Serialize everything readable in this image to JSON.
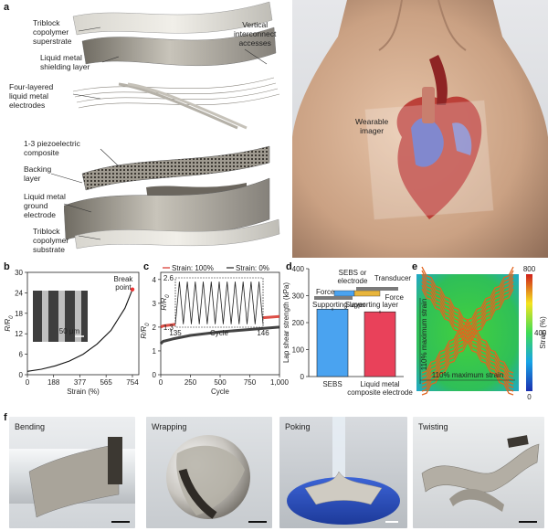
{
  "panel_letters": {
    "a": "a",
    "b": "b",
    "c": "c",
    "d": "d",
    "e": "e",
    "f": "f"
  },
  "panel_a": {
    "layers": [
      "Triblock\ncopolymer\nsuperstrate",
      "Liquid metal\nshielding layer",
      "Four-layered\nliquid metal\nelectrodes",
      "1-3 piezoelectric\ncomposite",
      "Backing\nlayer",
      "Liquid metal\nground\nelectrode",
      "Triblock\ncopolymer\nsubstrate"
    ],
    "vertical_label": "Vertical\ninterconnect\naccesses",
    "wearable_label": "Wearable\nimager"
  },
  "chart_data": [
    {
      "panel": "b",
      "type": "line",
      "xlabel": "Strain (%)",
      "ylabel": "R/R0",
      "xticks": [
        0,
        188,
        377,
        565,
        754
      ],
      "yticks": [
        0,
        6,
        12,
        18,
        24,
        30
      ],
      "xlim": [
        0,
        800
      ],
      "ylim": [
        0,
        30
      ],
      "x": [
        0,
        100,
        200,
        300,
        400,
        500,
        600,
        700,
        754
      ],
      "y": [
        1.0,
        1.6,
        2.6,
        4.0,
        6.0,
        9.0,
        13.0,
        19.5,
        25.0
      ],
      "annotation": "Break\npoint",
      "inset_scale": "50 μm",
      "color": "#111111"
    },
    {
      "panel": "c",
      "type": "line",
      "xlabel": "Cycle",
      "ylabel": "R/R0",
      "xticks": [
        0,
        250,
        500,
        750,
        1000
      ],
      "yticks": [
        0,
        1,
        2,
        3,
        4
      ],
      "xlim": [
        0,
        1000
      ],
      "ylim": [
        0,
        4.3
      ],
      "legend": [
        "Strain: 100%",
        "Strain: 0%"
      ],
      "series": [
        {
          "name": "Strain: 100%",
          "color": "#d73027",
          "x": [
            0,
            20,
            100,
            250,
            500,
            750,
            1000
          ],
          "y": [
            2.0,
            2.05,
            2.1,
            2.2,
            2.3,
            2.35,
            2.45
          ]
        },
        {
          "name": "Strain: 0%",
          "color": "#222222",
          "x": [
            0,
            20,
            100,
            250,
            500,
            750,
            1000
          ],
          "y": [
            1.3,
            1.4,
            1.5,
            1.65,
            1.8,
            1.9,
            2.0
          ]
        }
      ],
      "inset": {
        "xlabel": "Cycle",
        "ylabel": "R/R0",
        "xticks": [
          135,
          146
        ],
        "yticks": [
          1.3,
          2.6
        ],
        "xlim": [
          135,
          146
        ],
        "ylim": [
          1.3,
          2.6
        ]
      }
    },
    {
      "panel": "d",
      "type": "bar",
      "categories": [
        "SEBS",
        "Liquid metal\ncomposite electrode"
      ],
      "values": [
        250,
        240
      ],
      "errors": [
        5,
        5
      ],
      "colors": [
        "#4aa3f0",
        "#e9415a"
      ],
      "ylabel": "Lap shear strength (kPa)",
      "yticks": [
        0,
        100,
        200,
        300,
        400
      ],
      "ylim": [
        0,
        400
      ],
      "inset_labels": {
        "force_left": "Force",
        "sebs": "SEBS or\nelectrode",
        "transducer": "Transducer",
        "support_left": "Supporting layer",
        "support_right": "Supporting layer",
        "force_right": "Force"
      }
    },
    {
      "panel": "e",
      "type": "heatmap",
      "colorbar_label": "Strain (%)",
      "colorbar_ticks": [
        0,
        400,
        800
      ],
      "clim": [
        0,
        800
      ],
      "annotations": [
        "110% maximum strain",
        "110% maximum strain"
      ]
    }
  ],
  "panel_f": {
    "photos": [
      "Bending",
      "Wrapping",
      "Poking",
      "Twisting"
    ]
  }
}
